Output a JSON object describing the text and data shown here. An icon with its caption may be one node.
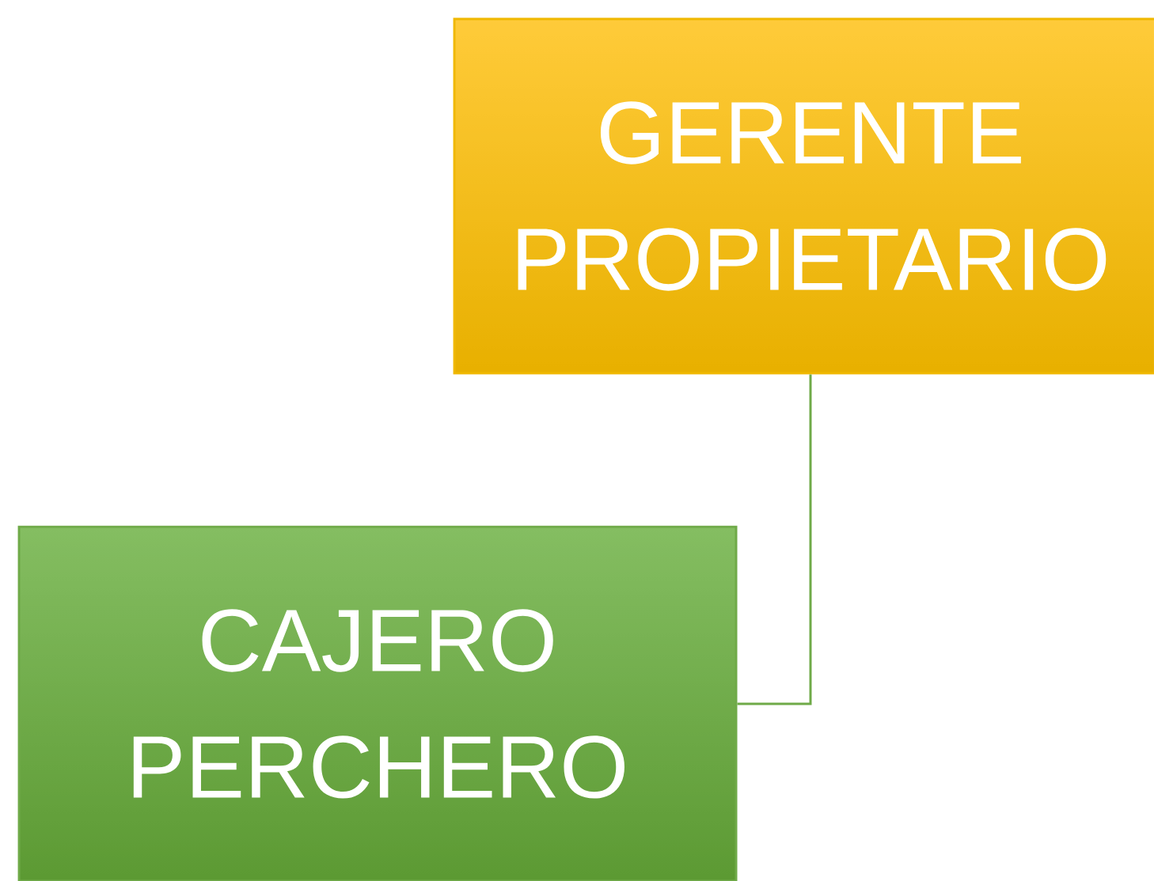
{
  "diagram": {
    "nodes": [
      {
        "text": [
          "GERENTE PROPIETARIO"
        ]
      },
      {
        "text": [
          "CAJERO PERCHERO"
        ]
      }
    ],
    "edges": [
      {
        "from": 0,
        "to": 1,
        "arrow": "none"
      }
    ]
  }
}
